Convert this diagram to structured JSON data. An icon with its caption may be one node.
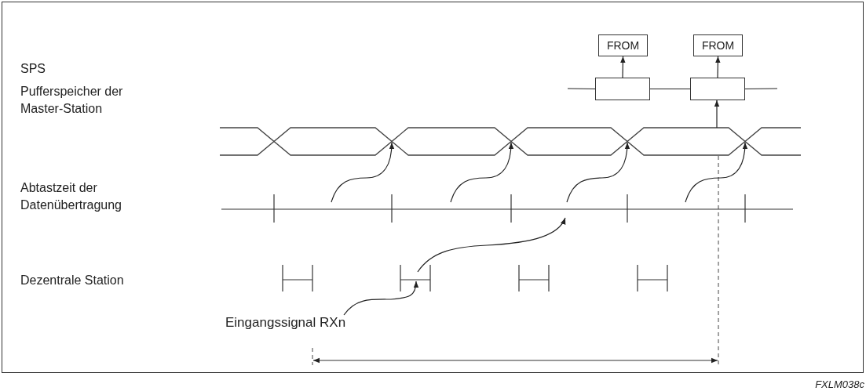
{
  "diagram": {
    "nodes": [
      {
        "text": [
          "FROM"
        ]
      },
      {
        "text": [
          "FROM"
        ]
      },
      {
        "text": [],
        "shape": "box"
      },
      {
        "text": [],
        "shape": "box"
      },
      {
        "text": [
          "Eingangssignal RXn"
        ]
      },
      {
        "text": [],
        "shape": "waveform"
      }
    ],
    "edges": [
      {
        "from": 2,
        "to": 0,
        "arrow": "to"
      },
      {
        "from": 3,
        "to": 1,
        "arrow": "to"
      },
      {
        "from": 5,
        "to": 3,
        "arrow": "to"
      },
      {
        "from": 4,
        "to": null,
        "arrow": "to"
      },
      {
        "from": null,
        "to": 2,
        "arrow": "none"
      },
      {
        "from": 2,
        "to": 3,
        "arrow": "none"
      },
      {
        "from": 3,
        "to": null,
        "arrow": "none"
      },
      {
        "from": null,
        "to": 5,
        "arrow": "to"
      },
      {
        "from": null,
        "to": 5,
        "arrow": "to"
      },
      {
        "from": null,
        "to": 5,
        "arrow": "to"
      },
      {
        "from": null,
        "to": 5,
        "arrow": "to"
      }
    ],
    "labels": [
      "SPS",
      "Pufferspeicher der Master-Station",
      "Abtastzeit der Datenübertragung",
      "Dezentrale Station",
      "FXLM038c"
    ]
  }
}
